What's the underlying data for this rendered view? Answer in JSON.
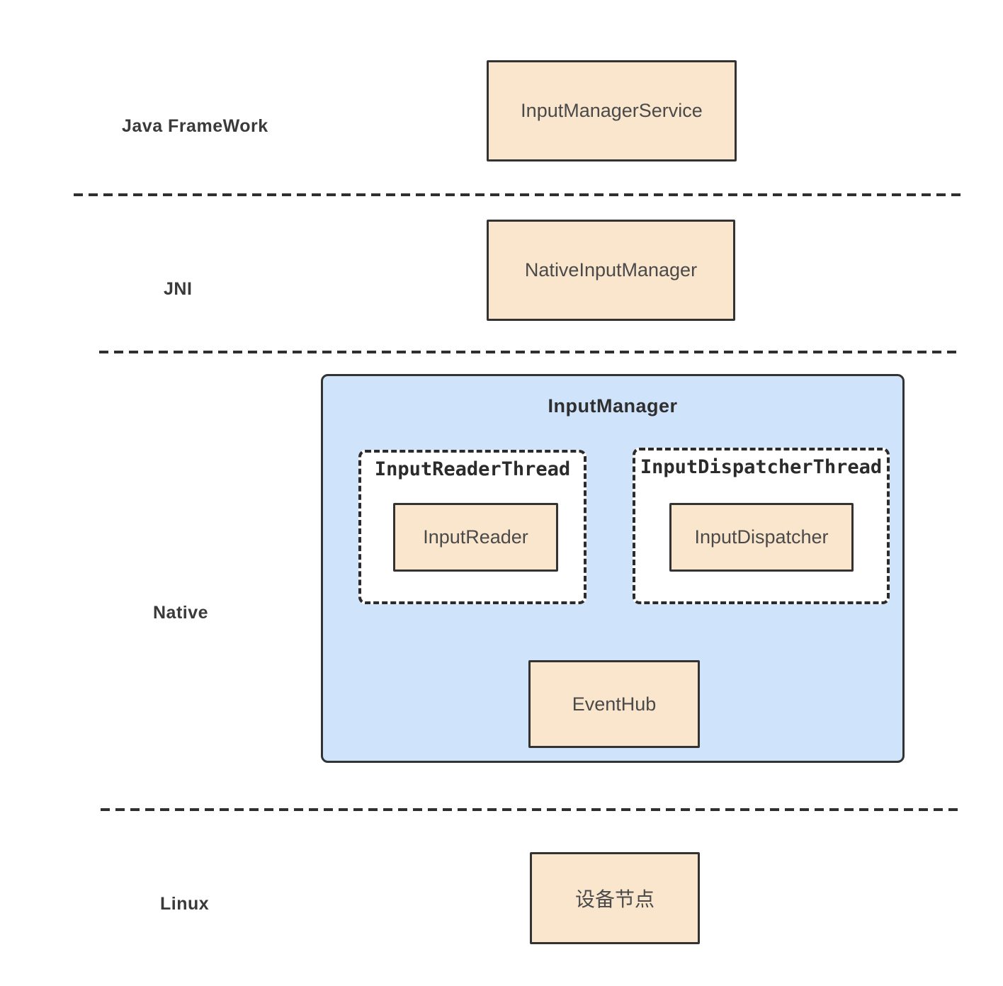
{
  "layers": {
    "java_framework": "Java FrameWork",
    "jni": "JNI",
    "native": "Native",
    "linux": "Linux"
  },
  "nodes": {
    "input_manager_service": "InputManagerService",
    "native_input_manager": "NativeInputManager",
    "input_manager": "InputManager",
    "input_reader_thread": "InputReaderThread",
    "input_reader": "InputReader",
    "input_dispatcher_thread": "InputDispatcherThread",
    "input_dispatcher": "InputDispatcher",
    "event_hub": "EventHub",
    "device_node": "设备节点"
  },
  "colors": {
    "node_fill": "#FAE5CD",
    "node_border": "#333333",
    "container_fill": "#CFE3FA",
    "thread_fill": "#FFFFFF",
    "node_text": "#4A4A4A",
    "label_text": "#3A3A3A",
    "divider": "#2F2F2F"
  }
}
